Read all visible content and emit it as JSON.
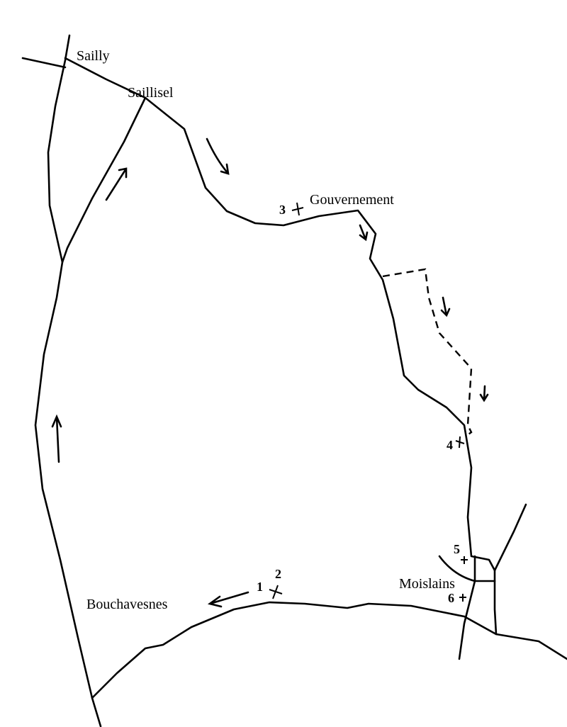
{
  "places": {
    "sailly": "Sailly",
    "saillisel": "Saillisel",
    "gouvernement": "Gouvernement",
    "moislains": "Moislains",
    "bouchavesnes": "Bouchavesnes"
  },
  "markers": [
    "1",
    "2",
    "3",
    "4",
    "5",
    "6"
  ],
  "ink_color": "#000000"
}
